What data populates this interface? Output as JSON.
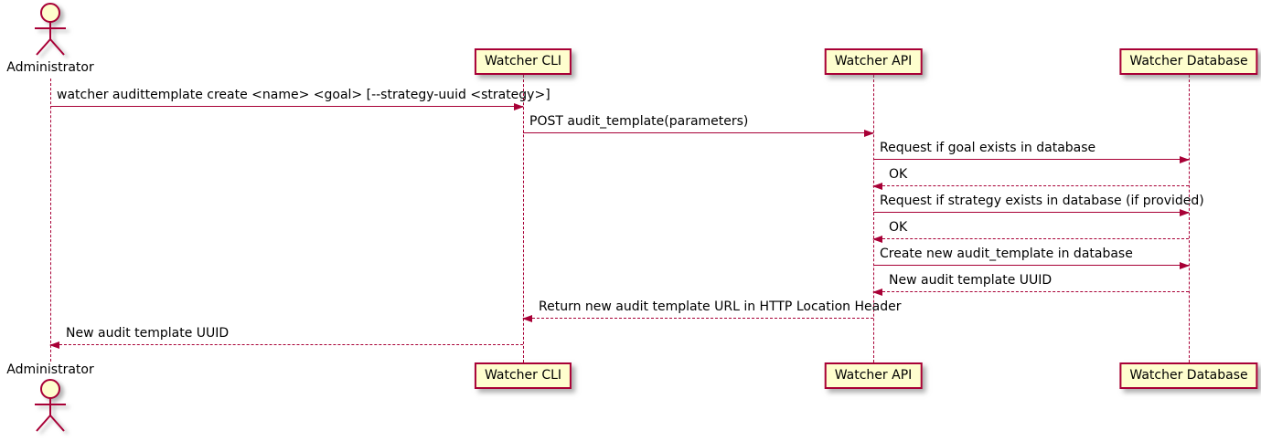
{
  "diagram": {
    "type": "sequence",
    "actor": {
      "label": "Administrator"
    },
    "participants": [
      {
        "id": "watcher-cli",
        "label": "Watcher CLI"
      },
      {
        "id": "watcher-api",
        "label": "Watcher API"
      },
      {
        "id": "watcher-db",
        "label": "Watcher Database"
      }
    ],
    "messages": [
      {
        "from": "Administrator",
        "to": "Watcher CLI",
        "style": "solid",
        "label": "watcher audittemplate create <name> <goal> [--strategy-uuid <strategy>]"
      },
      {
        "from": "Watcher CLI",
        "to": "Watcher API",
        "style": "solid",
        "label": "POST audit_template(parameters)"
      },
      {
        "from": "Watcher API",
        "to": "Watcher Database",
        "style": "solid",
        "label": "Request if goal exists in database"
      },
      {
        "from": "Watcher Database",
        "to": "Watcher API",
        "style": "dashed",
        "label": "OK"
      },
      {
        "from": "Watcher API",
        "to": "Watcher Database",
        "style": "solid",
        "label": "Request if strategy exists in database (if provided)"
      },
      {
        "from": "Watcher Database",
        "to": "Watcher API",
        "style": "dashed",
        "label": "OK"
      },
      {
        "from": "Watcher API",
        "to": "Watcher Database",
        "style": "solid",
        "label": "Create new audit_template in database"
      },
      {
        "from": "Watcher Database",
        "to": "Watcher API",
        "style": "dashed",
        "label": "New audit template UUID"
      },
      {
        "from": "Watcher API",
        "to": "Watcher CLI",
        "style": "dashed",
        "label": "Return new audit template URL in HTTP Location Header"
      },
      {
        "from": "Watcher CLI",
        "to": "Administrator",
        "style": "dashed",
        "label": "New audit template UUID"
      }
    ],
    "colors": {
      "line": "#A80036",
      "participant_fill": "#FEFECE",
      "participant_border": "#A80036",
      "actor_head_fill": "#FEFECE",
      "text": "#000000",
      "background": "#FFFFFF"
    }
  }
}
